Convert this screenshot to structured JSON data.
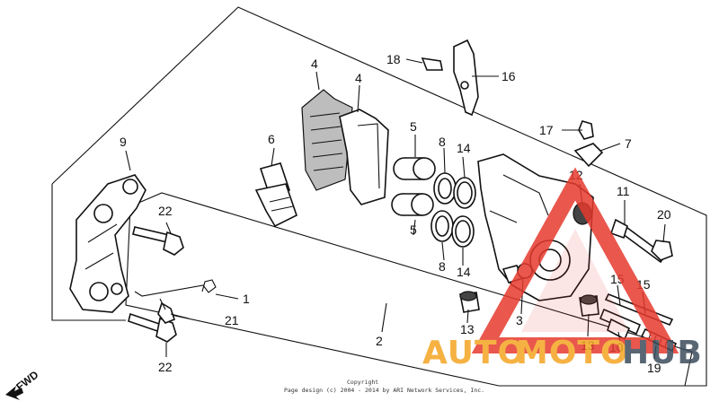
{
  "diagram": {
    "callouts": {
      "c1": "1",
      "c2": "2",
      "c3": "3",
      "c4a": "4",
      "c4b": "4",
      "c5a": "5",
      "c5b": "5",
      "c6": "6",
      "c7": "7",
      "c8a": "8",
      "c8b": "8",
      "c9": "9",
      "c10": "10",
      "c11": "11",
      "c12": "12",
      "c13a": "13",
      "c13b": "13",
      "c14a": "14",
      "c14b": "14",
      "c15a": "15",
      "c15b": "15",
      "c16": "16",
      "c17": "17",
      "c18": "18",
      "c19": "19",
      "c20": "20",
      "c21": "21",
      "c22a": "22",
      "c22b": "22"
    },
    "fwd_label": "FWD",
    "copyright_line1": "Copyright",
    "copyright_line2": "Page design (c) 2004 - 2014 by ARI Network Services, Inc."
  },
  "watermark": {
    "auto": "AUTO",
    "moto": "MOTO",
    "hub": "HUB",
    "colors": {
      "triangle": "#e63a2e",
      "auto": "#f4a523",
      "moto": "#f4a523",
      "hub": "#3d4d5c"
    }
  }
}
